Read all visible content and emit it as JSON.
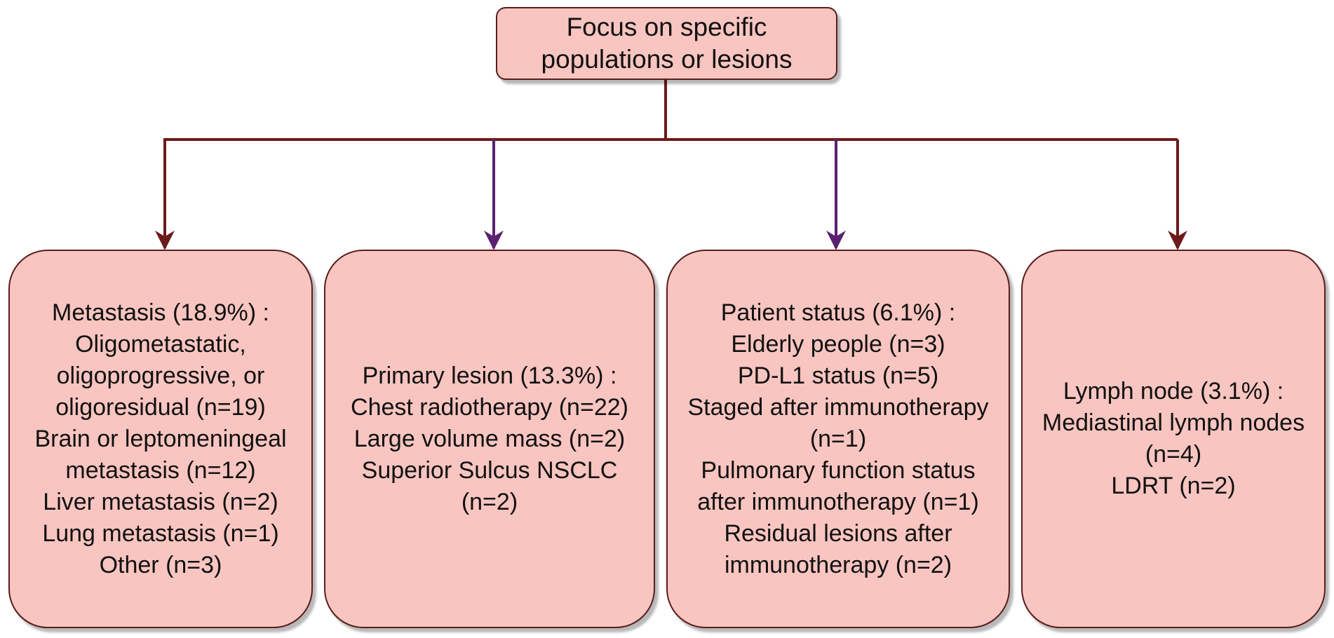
{
  "diagram": {
    "root": {
      "lines": [
        "Focus on specific",
        "populations or lesions"
      ]
    },
    "categories": [
      {
        "id": "metastasis",
        "lines": [
          "Metastasis (18.9%) :",
          "Oligometastatic,",
          "oligoprogressive, or",
          "oligoresidual (n=19)",
          "Brain or leptomeningeal",
          "metastasis (n=12)",
          "Liver metastasis (n=2)",
          "Lung metastasis (n=1)",
          "Other (n=3)"
        ]
      },
      {
        "id": "primary-lesion",
        "lines": [
          "Primary lesion (13.3%) :",
          "Chest radiotherapy (n=22)",
          "Large volume mass (n=2)",
          "Superior Sulcus NSCLC",
          "(n=2)"
        ]
      },
      {
        "id": "patient-status",
        "lines": [
          "Patient status (6.1%) :",
          "Elderly people (n=3)",
          "PD-L1 status (n=5)",
          "Staged after immunotherapy",
          "(n=1)",
          "Pulmonary function status",
          "after immunotherapy (n=1)",
          "Residual lesions after",
          "immunotherapy (n=2)"
        ]
      },
      {
        "id": "lymph-node",
        "lines": [
          "Lymph node (3.1%) :",
          "Mediastinal lymph nodes",
          "(n=4)",
          "LDRT (n=2)"
        ]
      }
    ],
    "colors": {
      "box_fill": "#f9c5c0",
      "box_border": "#5a1d1d",
      "connector_main": "#6e1a1a",
      "connector_inner": "#5b2170"
    }
  }
}
